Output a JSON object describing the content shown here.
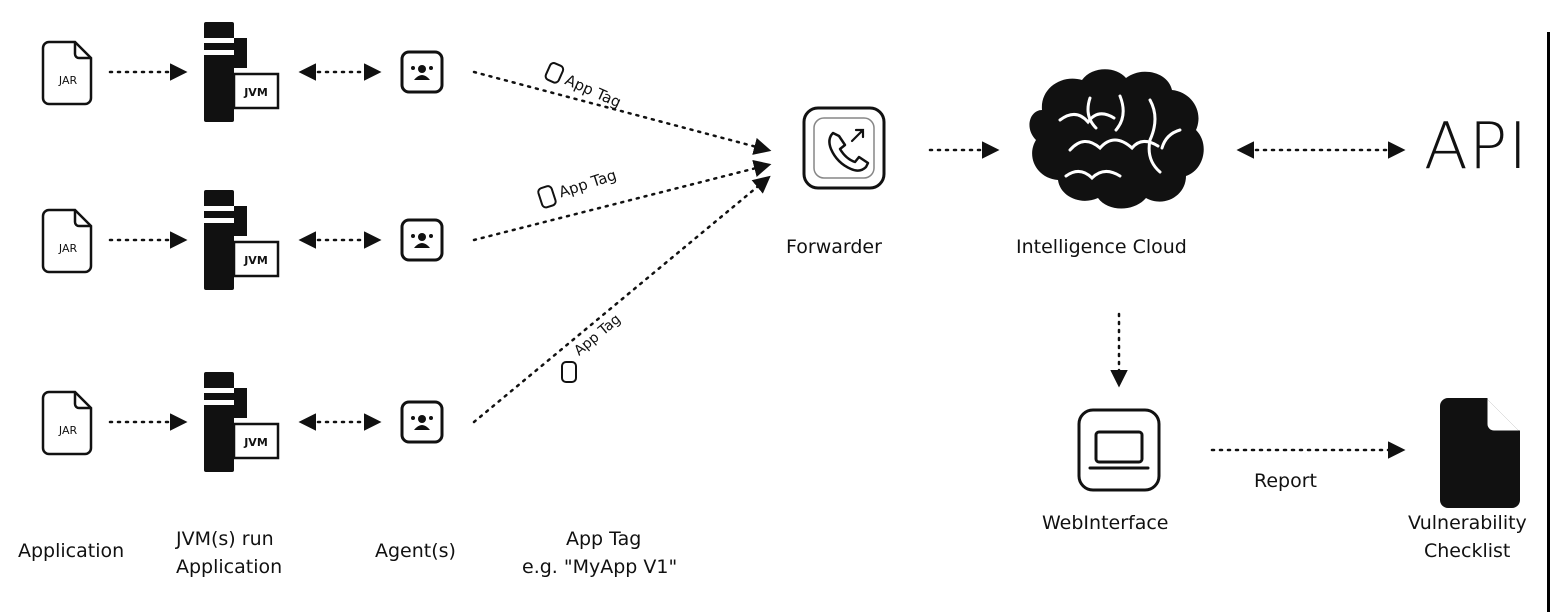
{
  "labels": {
    "application": "Application",
    "jvm_line1": "JVM(s) run",
    "jvm_line2": "Application",
    "agents": "Agent(s)",
    "apptag_line1": "App Tag",
    "apptag_line2": "e.g. \"MyApp V1\"",
    "forwarder": "Forwarder",
    "intelligence_cloud": "Intelligence Cloud",
    "api": "API",
    "web_interface": "WebInterface",
    "report": "Report",
    "vuln_line1": "Vulnerability",
    "vuln_line2": "Checklist"
  },
  "icons": {
    "jar_text": "JAR",
    "jvm_text": "JVM",
    "tag_text": "App Tag"
  },
  "colors": {
    "ink": "#111111",
    "background": "#ffffff"
  }
}
